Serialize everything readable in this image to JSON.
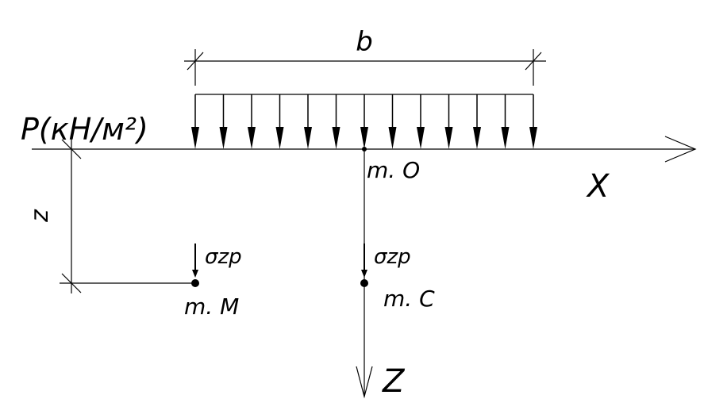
{
  "labels": {
    "load_width": "b",
    "load_intensity": "P(кН/м²)",
    "point_origin": "m. O",
    "x_axis": "X",
    "z_axis": "Z",
    "depth": "z",
    "stress_left": "σzp",
    "stress_right": "σzp",
    "point_m": "m. M",
    "point_c": "m. C"
  },
  "load": {
    "arrow_count": 13
  }
}
